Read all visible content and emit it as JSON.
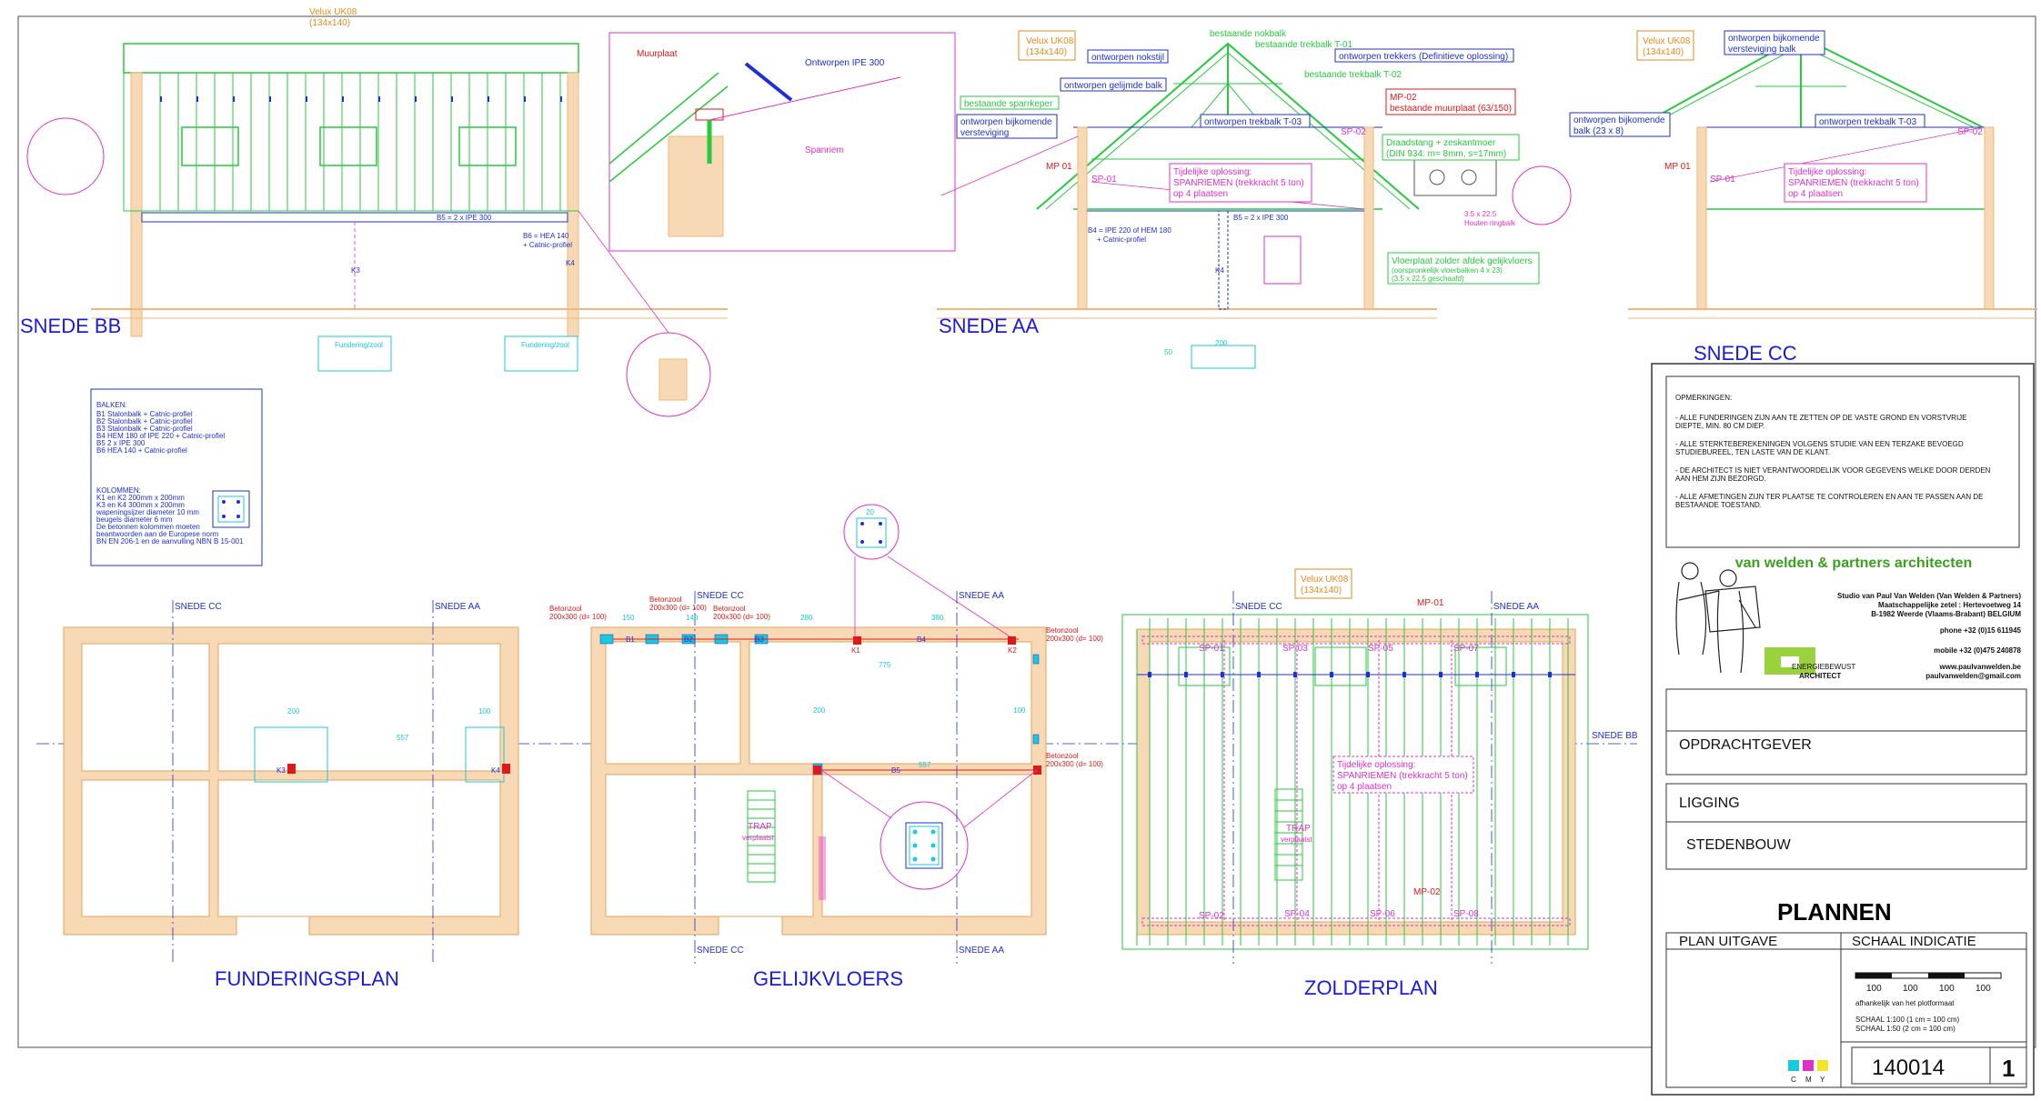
{
  "colors": {
    "outline": "#555555",
    "wall_orange": "#f2b779",
    "structure_green": "#27c93f",
    "beam_blue": "#1e2fd6",
    "red": "#e11818",
    "magenta": "#e030c8",
    "cyan": "#19c9dc",
    "label_orange": "#e68a1a"
  },
  "sections": {
    "bb": {
      "title": "SNEDE BB",
      "velux": "Velux UK08",
      "velux_size": "(134x140)",
      "beam_b5": "B5 = 2 x IPE 300",
      "beam_b6": "B6 = HEA 140",
      "beam_b6_b": "+ Catnic-profiel",
      "k3": "K3",
      "k4": "K4",
      "foot1": "Fundering/zool",
      "foot2": "Fundering/zool"
    },
    "detail": {
      "muurplaat": "Muurplaat",
      "ipe": "Ontworpen IPE 300",
      "spanriem": "Spanriem"
    },
    "aa": {
      "title": "SNEDE AA",
      "velux": "Velux UK08",
      "velux_size": "(134x140)",
      "nokstijl": "ontworpen nokstijl",
      "gelijmde_balk": "ontworpen gelijmde balk",
      "sparkeper": "bestaande sparrkeper",
      "versteviging1": "ontworpen bijkomende",
      "versteviging2": "versteviging",
      "nokbalk": "bestaande nokbalk",
      "trekbalk_t01": "bestaande trekbalk T-01",
      "trekkers": "ontworpen trekkers (Definitieve oplossing)",
      "trekbalk_t02": "bestaande trekbalk T-02",
      "mp02": "MP-02",
      "muurplaat": "bestaande muurplaat (63/150)",
      "trekbalk_t03": "ontworpen trekbalk T-03",
      "sp02": "SP-02",
      "mp01": "MP 01",
      "sp01": "SP-01",
      "draadstang1": "Draadstang + zeskantmoer",
      "draadstang2": "(DIN 934: m= 8mm, s=17mm)",
      "tijdelijk1": "Tijdelijke oplossing:",
      "tijdelijk2": "SPANRIEMEN (trekkracht 5 ton)",
      "tijdelijk3": "op 4 plaatsen",
      "ringbalk1": "3.5 x 22.5",
      "ringbalk2": "Houten ringbalk",
      "b4": "B4 = IPE 220 of HEM 180",
      "b4b": "+ Catnic-profiel",
      "b5": "B5 = 2 x IPE 300",
      "vloer1": "Vloerplaat zolder afdek gelijkvloers",
      "vloer2": "(oorspronkelijk vloerbalken 4 x 23)",
      "vloer3": "(3.5 x 22.5 geschaafd)",
      "k4": "K4",
      "dim200": "200",
      "dim50": "50"
    },
    "cc": {
      "title": "SNEDE CC",
      "velux": "Velux UK08",
      "velux_size": "(134x140)",
      "versteviging1": "ontworpen bijkomende",
      "versteviging2": "versteviging balk",
      "balk1": "ontworpen bijkomende",
      "balk2": "balk (23 x 8)",
      "trekbalk_t03": "ontworpen trekbalk T-03",
      "sp02": "SP-02",
      "mp01": "MP 01",
      "sp01": "SP-01",
      "tijdelijk1": "Tijdelijke oplossing:",
      "tijdelijk2": "SPANRIEMEN (trekkracht 5 ton)",
      "tijdelijk3": "op 4 plaatsen"
    }
  },
  "legend": {
    "balken_title": "BALKEN:",
    "balken": [
      "B1  Stalonbalk + Catnic-profiel",
      "B2  Stalonbalk + Catnic-profiel",
      "B3  Stalonbalk + Catnic-profiel",
      "B4  HEM 180 of IPE 220 + Catnic-profiel",
      "B5  2 x IPE 300",
      "B6  HEA 140 + Catnic-profiel"
    ],
    "kolommen_title": "KOLOMMEN:",
    "kolommen": [
      "K1 en K2 200mm x 200mm",
      "K3 en K4 300mm x 200mm",
      "wapeningsijzer diameter 10 mm",
      "beugels diameter 6 mm",
      "De betonnen kolommen moeten",
      "beantwoorden aan de Europese norm",
      "BN EN 206-1 en de aanvulling NBN B 15-001"
    ]
  },
  "plans": {
    "fundering": {
      "title": "FUNDERINGSPLAN",
      "snede_cc": "SNEDE CC",
      "snede_aa": "SNEDE AA",
      "dim200": "200",
      "dim100": "100",
      "dim557": "557",
      "k1": "K3",
      "k2": "K4"
    },
    "gelijkvloers": {
      "title": "GELIJKVLOERS",
      "snede_cc": "SNEDE CC",
      "snede_aa": "SNEDE AA",
      "betonzool1": "Betonzool",
      "betonzool1b": "200x300 (d= 100)",
      "betonzool2": "Betonzool",
      "betonzool2b": "200x300 (d= 100)",
      "betonzool3": "Betonzool",
      "betonzool3b": "200x300 (d= 100)",
      "betonzool4": "Betonzool",
      "betonzool4b": "200x300 (d= 100)",
      "betonzool5": "Betonzool",
      "betonzool5b": "200x300 (d= 100)",
      "b1": "B1",
      "b2": "B2",
      "b3": "B3",
      "b4": "B4",
      "b5": "B5",
      "k1": "K1",
      "k2": "K2",
      "dim150": "150",
      "dim140": "140",
      "dim280": "280",
      "dim380": "380",
      "dim775": "775",
      "dim200": "200",
      "dim100": "100",
      "dim557": "557",
      "dim20": "20",
      "trap": "TRAP",
      "trap2": "verplaatst"
    },
    "zolder": {
      "title": "ZOLDERPLAN",
      "snede_cc": "SNEDE CC",
      "snede_aa": "SNEDE AA",
      "snede_bb": "SNEDE BB",
      "velux": "Velux UK08",
      "velux_size": "(134x140)",
      "mp01": "MP-01",
      "mp02": "MP-02",
      "sp01": "SP-01",
      "sp03": "SP-03",
      "sp05": "SP-05",
      "sp07": "SP-07",
      "sp02": "SP-02",
      "sp04": "SP-04",
      "sp06": "SP-06",
      "sp08": "SP-08",
      "tijdelijk1": "Tijdelijke oplossing:",
      "tijdelijk2": "SPANRIEMEN (trekkracht 5 ton)",
      "tijdelijk3": "op 4 plaatsen",
      "trap": "TRAP",
      "trap2": "verplaatst"
    }
  },
  "titleblock": {
    "opmerkingen_title": "OPMERKINGEN:",
    "opmerkingen": [
      "- ALLE FUNDERINGEN ZIJN AAN TE ZETTEN OP DE VASTE GROND EN VORSTVRIJE",
      "  DIEPTE, MIN. 80 CM DIEP.",
      "- ALLE STERKTEBEREKENINGEN VOLGENS STUDIE VAN EEN TERZAKE BEVOEGD",
      "  STUDIEBUREEL, TEN LASTE VAN DE KLANT.",
      "- DE ARCHITECT IS NIET VERANTWOORDELIJK VOOR GEGEVENS WELKE DOOR DERDEN",
      "  AAN HEM ZIJN BEZORGD.",
      "- ALLE AFMETINGEN ZIJN TER PLAATSE TE CONTROLEREN EN AAN TE PASSEN AAN DE",
      "  BESTAANDE TOESTAND."
    ],
    "firm_name": "van welden & partners architecten",
    "firm_lines": [
      "Studio van Paul Van Welden (Van Welden & Partners)",
      "Maatschappelijke zetel : Hertevoetweg 14",
      "B-1982 Weerde (Vlaams-Brabant)  BELGIUM"
    ],
    "phone": "phone +32 (0)15 611945",
    "mobile": "mobile +32 (0)475 240878",
    "web": "www.paulvanwelden.be",
    "email": "paulvanwelden@gmail.com",
    "energie1": "ENERGIEBEWUST",
    "energie2": "ARCHITECT",
    "opdrachtgever": "OPDRACHTGEVER",
    "ligging": "LIGGING",
    "stedenbouw": "STEDENBOUW",
    "plannen": "PLANNEN",
    "plan_uitgave": "PLAN UITGAVE",
    "schaal_indicatie": "SCHAAL INDICATIE",
    "scale_ticks": [
      "100",
      "100",
      "100",
      "100"
    ],
    "afhankelijk": "afhankelijk van het plotformaat",
    "schaal1": "SCHAAL 1:100 (1 cm = 100 cm)",
    "schaal2": "SCHAAL 1:50 (2 cm = 100 cm)",
    "cmy": [
      "C",
      "M",
      "Y"
    ],
    "plan_number": "140014",
    "sheet_number": "1"
  }
}
